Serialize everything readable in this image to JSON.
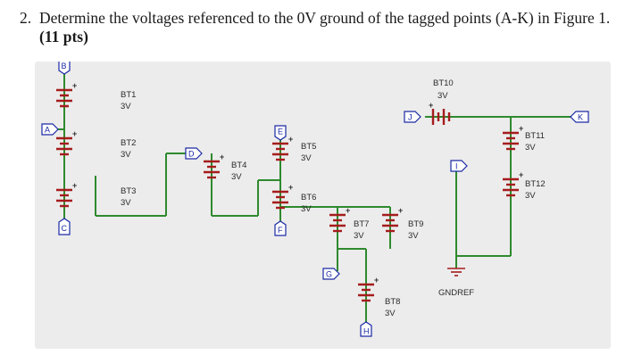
{
  "question": {
    "number": "2.",
    "text": "Determine the voltages referenced to the 0V ground of the tagged points (A-K) in Figure 1.",
    "points": "(11 pts)"
  },
  "figure": {
    "tags": {
      "A": "A",
      "B": "B",
      "C": "C",
      "D": "D",
      "E": "E",
      "F": "F",
      "G": "G",
      "H": "H",
      "I": "I",
      "J": "J",
      "K": "K"
    },
    "batteries": [
      {
        "name": "BT1",
        "value": "3V"
      },
      {
        "name": "BT2",
        "value": "3V"
      },
      {
        "name": "BT3",
        "value": "3V"
      },
      {
        "name": "BT4",
        "value": "3V"
      },
      {
        "name": "BT5",
        "value": "3V"
      },
      {
        "name": "BT6",
        "value": "3V"
      },
      {
        "name": "BT7",
        "value": "3V"
      },
      {
        "name": "BT8",
        "value": "3V"
      },
      {
        "name": "BT9",
        "value": "3V"
      },
      {
        "name": "BT10",
        "value": "3V"
      },
      {
        "name": "BT11",
        "value": "3V"
      },
      {
        "name": "BT12",
        "value": "3V"
      }
    ],
    "ground_label": "GNDREF",
    "plus_sign": "+",
    "colors": {
      "wire": "#2e8a2e",
      "battery": "#a51c1c",
      "tag": "#1c2aa5"
    }
  }
}
